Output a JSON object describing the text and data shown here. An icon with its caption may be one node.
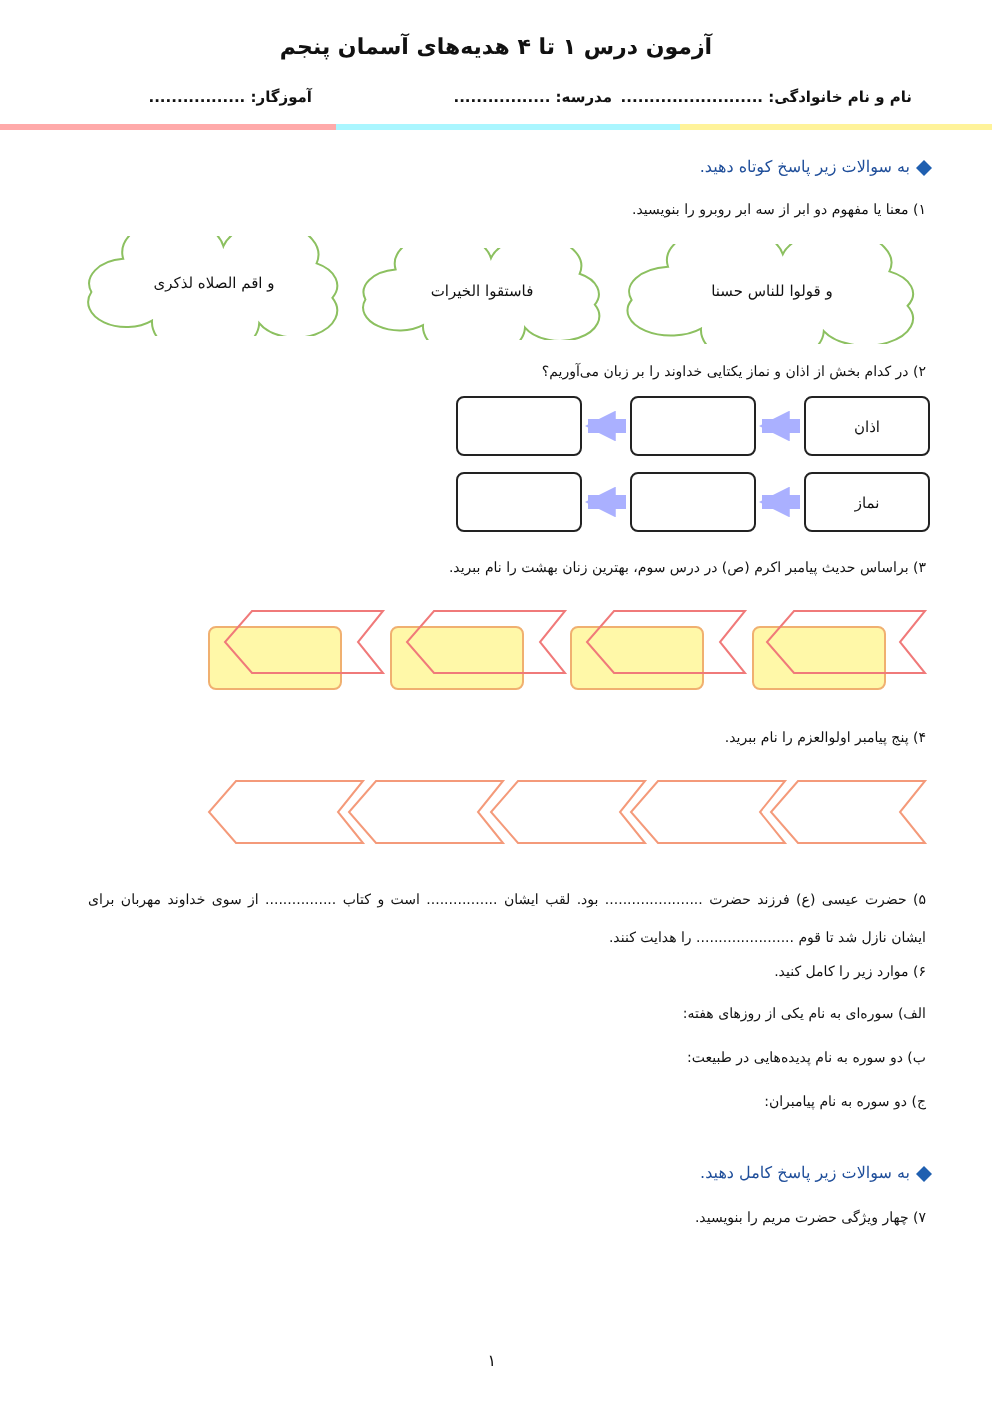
{
  "diagram": {
    "title": "آزمون درس ۱ تا ۴ هدیه‌های آسمان پنجم",
    "nodes": [
      {
        "text": [
          "و قولوا للناس حسنا"
        ]
      },
      {
        "text": [
          "فاستقوا الخیرات"
        ]
      },
      {
        "text": [
          "و اقم الصلاه لذکری"
        ]
      },
      {
        "text": [
          "اذان"
        ]
      },
      {
        "text": [],
        "shape": "box"
      },
      {
        "text": [],
        "shape": "box"
      },
      {
        "text": [
          "نماز"
        ]
      },
      {
        "text": [],
        "shape": "box"
      },
      {
        "text": [],
        "shape": "box"
      },
      {
        "text": [],
        "shape": "box"
      },
      {
        "text": [],
        "shape": "box"
      },
      {
        "text": [],
        "shape": "box"
      },
      {
        "text": [],
        "shape": "box"
      },
      {
        "text": [],
        "shape": "chevron"
      },
      {
        "text": [],
        "shape": "chevron"
      },
      {
        "text": [],
        "shape": "chevron"
      },
      {
        "text": [],
        "shape": "chevron"
      },
      {
        "text": [],
        "shape": "chevron"
      },
      {
        "text": [],
        "shape": "chevron"
      },
      {
        "text": [],
        "shape": "chevron"
      },
      {
        "text": [],
        "shape": "chevron"
      },
      {
        "text": [],
        "shape": "chevron"
      }
    ],
    "edges": [
      {
        "from": 3,
        "to": 4,
        "arrow": "to"
      },
      {
        "from": 4,
        "to": 5,
        "arrow": "to"
      },
      {
        "from": 6,
        "to": 7,
        "arrow": "to"
      },
      {
        "from": 7,
        "to": 8,
        "arrow": "to"
      }
    ],
    "labels": [
      "نام و نام خانوادگی: .........................",
      "مدرسه: .................",
      "آموزگار: .................",
      "به سوالات زیر پاسخ کوتاه دهید.",
      "۱) معنا یا مفهوم دو ابر از سه ابر روبرو را بنویسید.",
      "۲) در کدام بخش از اذان و نماز یکتایی خداوند را بر زبان می‌آوریم؟",
      "۳) براساس حدیث پیامبر اکرم (ص) در درس سوم، بهترین زنان بهشت را نام ببرید.",
      "۴) پنج پیامبر اولوالعزم را نام ببرید.",
      "۵) حضرت عیسی (ع) فرزند حضرت ...................... بود. لقب ایشان ................ است و کتاب ................ از سوی خداوند مهربان برای ایشان نازل شد تا قوم ...................... را هدایت کنند.",
      "۶) موارد زیر را کامل کنید.",
      "الف) سوره‌ای به نام یکی از روزهای هفته:",
      "ب) دو سوره به نام پدیده‌هایی در طبیعت:",
      "ج) دو سوره به نام پیامبران:",
      "به سوالات زیر پاسخ کامل دهید.",
      "۷) چهار ویژگی حضرت مریم را بنویسید.",
      "۱"
    ]
  }
}
